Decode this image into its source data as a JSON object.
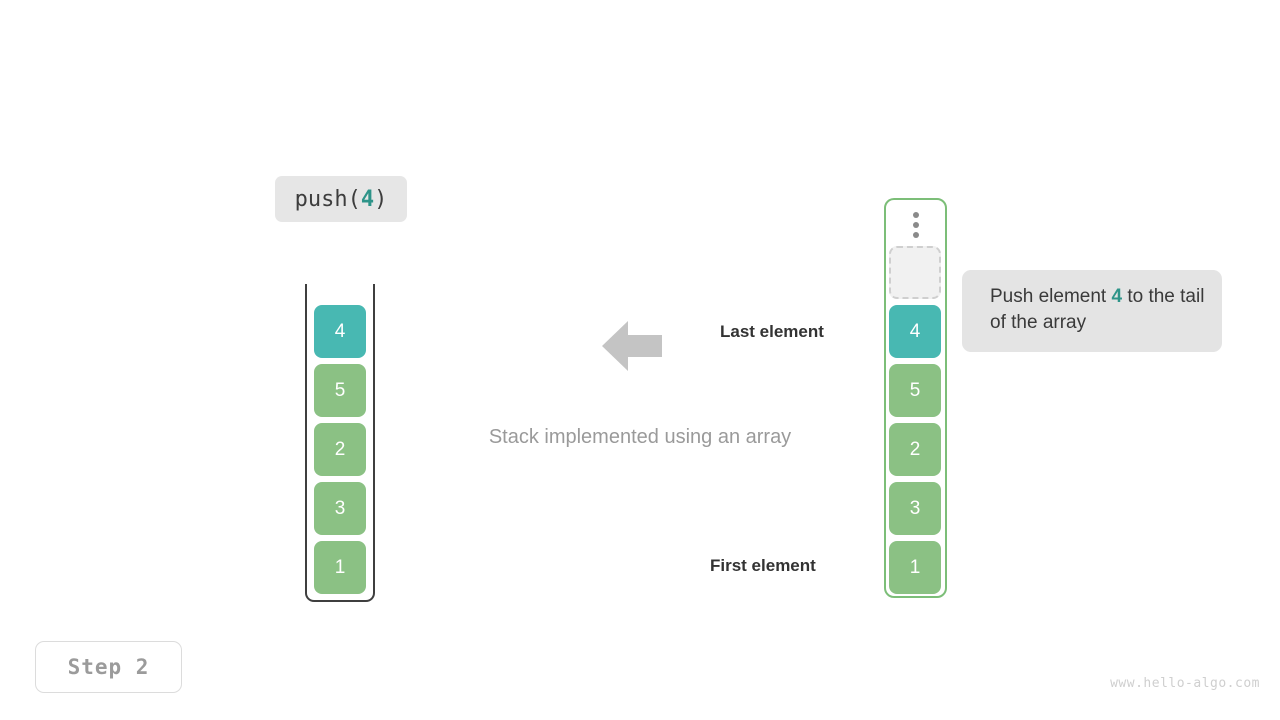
{
  "operation": {
    "prefix": "push(",
    "value": "4",
    "suffix": ")"
  },
  "stack": {
    "caption": "Stack implemented using an array",
    "items": [
      {
        "value": "4",
        "color": "teal",
        "hex": "#48b8b2"
      },
      {
        "value": "5",
        "color": "green",
        "hex": "#8bc184"
      },
      {
        "value": "2",
        "color": "green",
        "hex": "#8bc184"
      },
      {
        "value": "3",
        "color": "green",
        "hex": "#8bc184"
      },
      {
        "value": "1",
        "color": "green",
        "hex": "#8bc184"
      }
    ]
  },
  "annotations": {
    "last_element": "Last element",
    "first_element": "First element",
    "arrow_icon": "arrow-left-icon"
  },
  "array": {
    "overflow_icon": "vertical-ellipsis-icon",
    "items": [
      {
        "value": "",
        "color": "empty",
        "hex": "#f1f1f1"
      },
      {
        "value": "4",
        "color": "teal",
        "hex": "#48b8b2"
      },
      {
        "value": "5",
        "color": "green",
        "hex": "#8bc184"
      },
      {
        "value": "2",
        "color": "green",
        "hex": "#8bc184"
      },
      {
        "value": "3",
        "color": "green",
        "hex": "#8bc184"
      },
      {
        "value": "1",
        "color": "green",
        "hex": "#8bc184"
      }
    ]
  },
  "tooltip": {
    "text_before": "Push element ",
    "accent": "4",
    "text_after": " to the tail of the array"
  },
  "step": {
    "label": "Step 2"
  },
  "watermark": "www.hello-algo.com",
  "colors": {
    "teal": "#48b8b2",
    "green": "#8bc184",
    "accent_text": "#2e9489",
    "array_border": "#7cbe78",
    "stack_border": "#3f3f3f",
    "tooltip_bg": "#e4e4e4",
    "label_bg": "#e6e6e6",
    "caption_text": "#9a9a9a",
    "arrow": "#c4c4c4"
  }
}
